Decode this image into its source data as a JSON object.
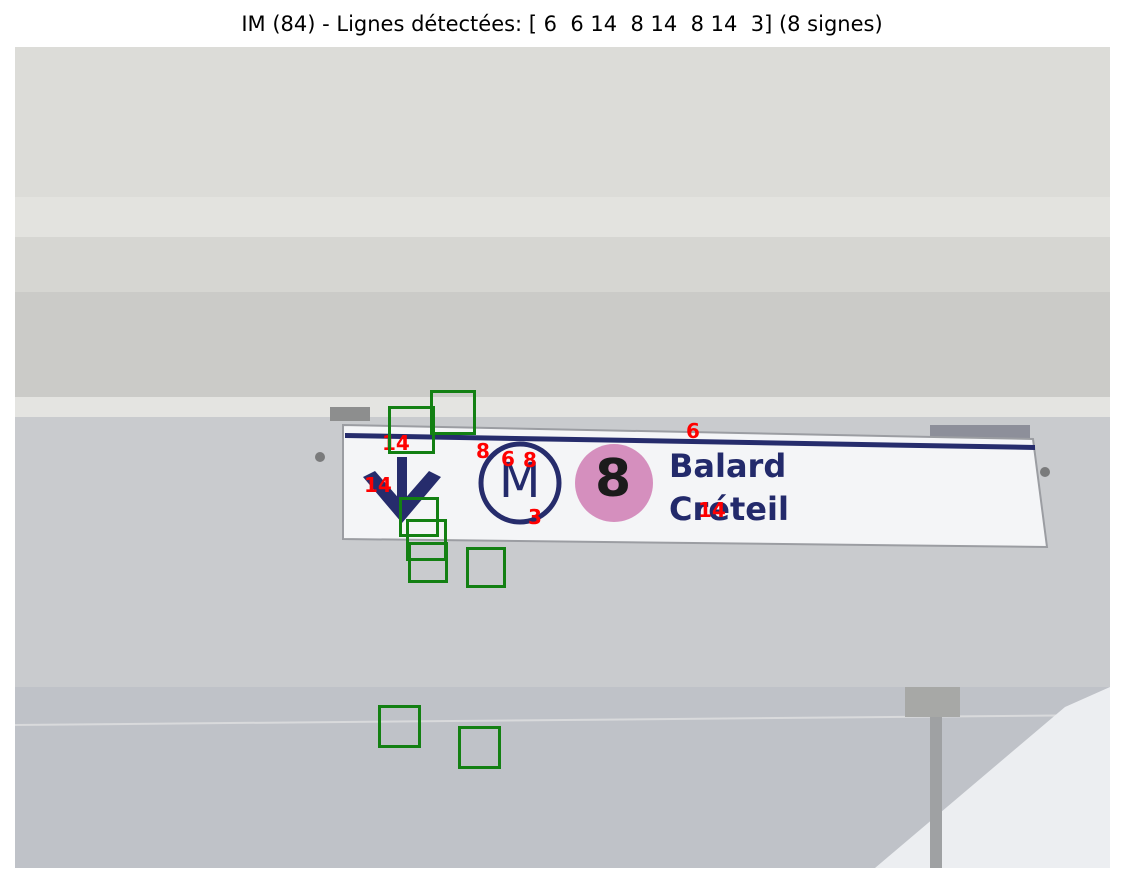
{
  "figure": {
    "title": "IM (84) - Lignes détectées: [ 6  6 14  8 14  8 14  3] (8 signes)"
  },
  "sign": {
    "metro_letter": "M",
    "line_badge": "8",
    "destination_1": "Balard",
    "destination_2": "Créteil",
    "badge_color": "#d58fbe",
    "text_color": "#232a6b"
  },
  "detections": {
    "labels": [
      "14",
      "8",
      "6",
      "8",
      "6",
      "14",
      "3",
      "14"
    ],
    "label_color": "#ff0000",
    "box_color": "#138013",
    "box_count": 8
  }
}
